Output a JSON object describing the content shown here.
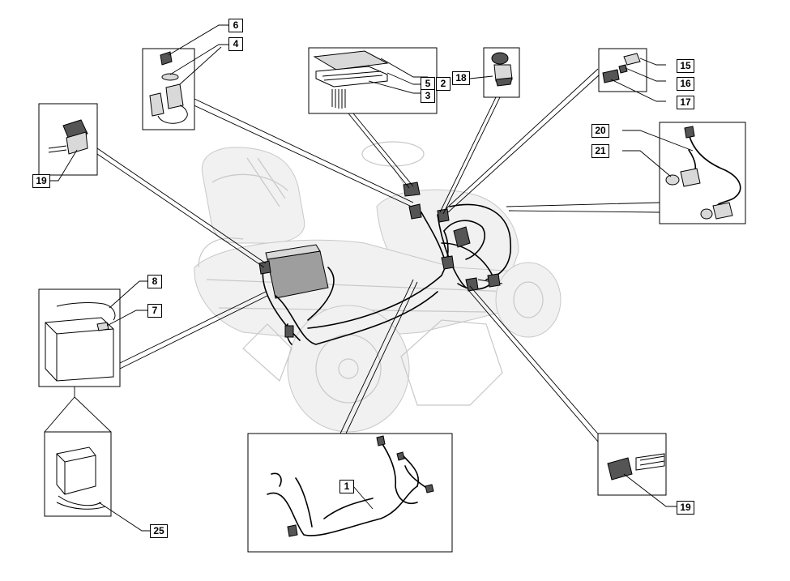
{
  "diagram": {
    "callouts": [
      {
        "id": "c6",
        "label": "6"
      },
      {
        "id": "c4",
        "label": "4"
      },
      {
        "id": "c5",
        "label": "5"
      },
      {
        "id": "c2",
        "label": "2"
      },
      {
        "id": "c3",
        "label": "3"
      },
      {
        "id": "c18",
        "label": "18"
      },
      {
        "id": "c15",
        "label": "15"
      },
      {
        "id": "c16",
        "label": "16"
      },
      {
        "id": "c17",
        "label": "17"
      },
      {
        "id": "c20",
        "label": "20"
      },
      {
        "id": "c21",
        "label": "21"
      },
      {
        "id": "c19a",
        "label": "19"
      },
      {
        "id": "c8",
        "label": "8"
      },
      {
        "id": "c7",
        "label": "7"
      },
      {
        "id": "c1",
        "label": "1"
      },
      {
        "id": "c19b",
        "label": "19"
      },
      {
        "id": "c25",
        "label": "25"
      }
    ]
  }
}
